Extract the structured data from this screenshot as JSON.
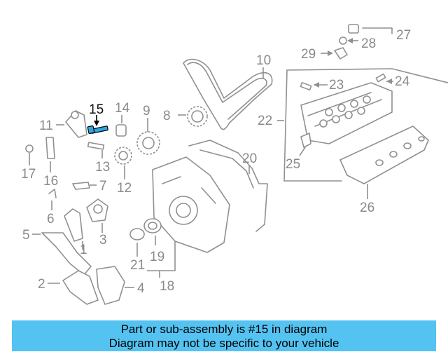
{
  "diagram": {
    "callouts": [
      {
        "id": "1",
        "text": "1",
        "highlighted": false
      },
      {
        "id": "2",
        "text": "2",
        "highlighted": false
      },
      {
        "id": "3",
        "text": "3",
        "highlighted": false
      },
      {
        "id": "4",
        "text": "4",
        "highlighted": false
      },
      {
        "id": "5",
        "text": "5",
        "highlighted": false
      },
      {
        "id": "6",
        "text": "6",
        "highlighted": false
      },
      {
        "id": "7",
        "text": "7",
        "highlighted": false
      },
      {
        "id": "8",
        "text": "8",
        "highlighted": false
      },
      {
        "id": "9",
        "text": "9",
        "highlighted": false
      },
      {
        "id": "10",
        "text": "10",
        "highlighted": false
      },
      {
        "id": "11",
        "text": "11",
        "highlighted": false
      },
      {
        "id": "12",
        "text": "12",
        "highlighted": false
      },
      {
        "id": "13",
        "text": "13",
        "highlighted": false
      },
      {
        "id": "14",
        "text": "14",
        "highlighted": false
      },
      {
        "id": "15",
        "text": "15",
        "highlighted": true
      },
      {
        "id": "16",
        "text": "16",
        "highlighted": false
      },
      {
        "id": "17",
        "text": "17",
        "highlighted": false
      },
      {
        "id": "18",
        "text": "18",
        "highlighted": false
      },
      {
        "id": "19",
        "text": "19",
        "highlighted": false
      },
      {
        "id": "20",
        "text": "20",
        "highlighted": false
      },
      {
        "id": "21",
        "text": "21",
        "highlighted": false
      },
      {
        "id": "22",
        "text": "22",
        "highlighted": false
      },
      {
        "id": "23",
        "text": "23",
        "highlighted": false
      },
      {
        "id": "24",
        "text": "24",
        "highlighted": false
      },
      {
        "id": "25",
        "text": "25",
        "highlighted": false
      },
      {
        "id": "26",
        "text": "26",
        "highlighted": false
      },
      {
        "id": "27",
        "text": "27",
        "highlighted": false
      },
      {
        "id": "28",
        "text": "28",
        "highlighted": false
      },
      {
        "id": "29",
        "text": "29",
        "highlighted": false
      }
    ],
    "colors": {
      "line": "#909090",
      "label": "#8a8a8a",
      "highlight_label": "#111111",
      "highlight_part": "#2aa7e0"
    }
  },
  "banner": {
    "line1": "Part or sub-assembly is #15 in diagram",
    "line2": "Diagram may not be specific to your vehicle",
    "background": "#54c3f1"
  }
}
